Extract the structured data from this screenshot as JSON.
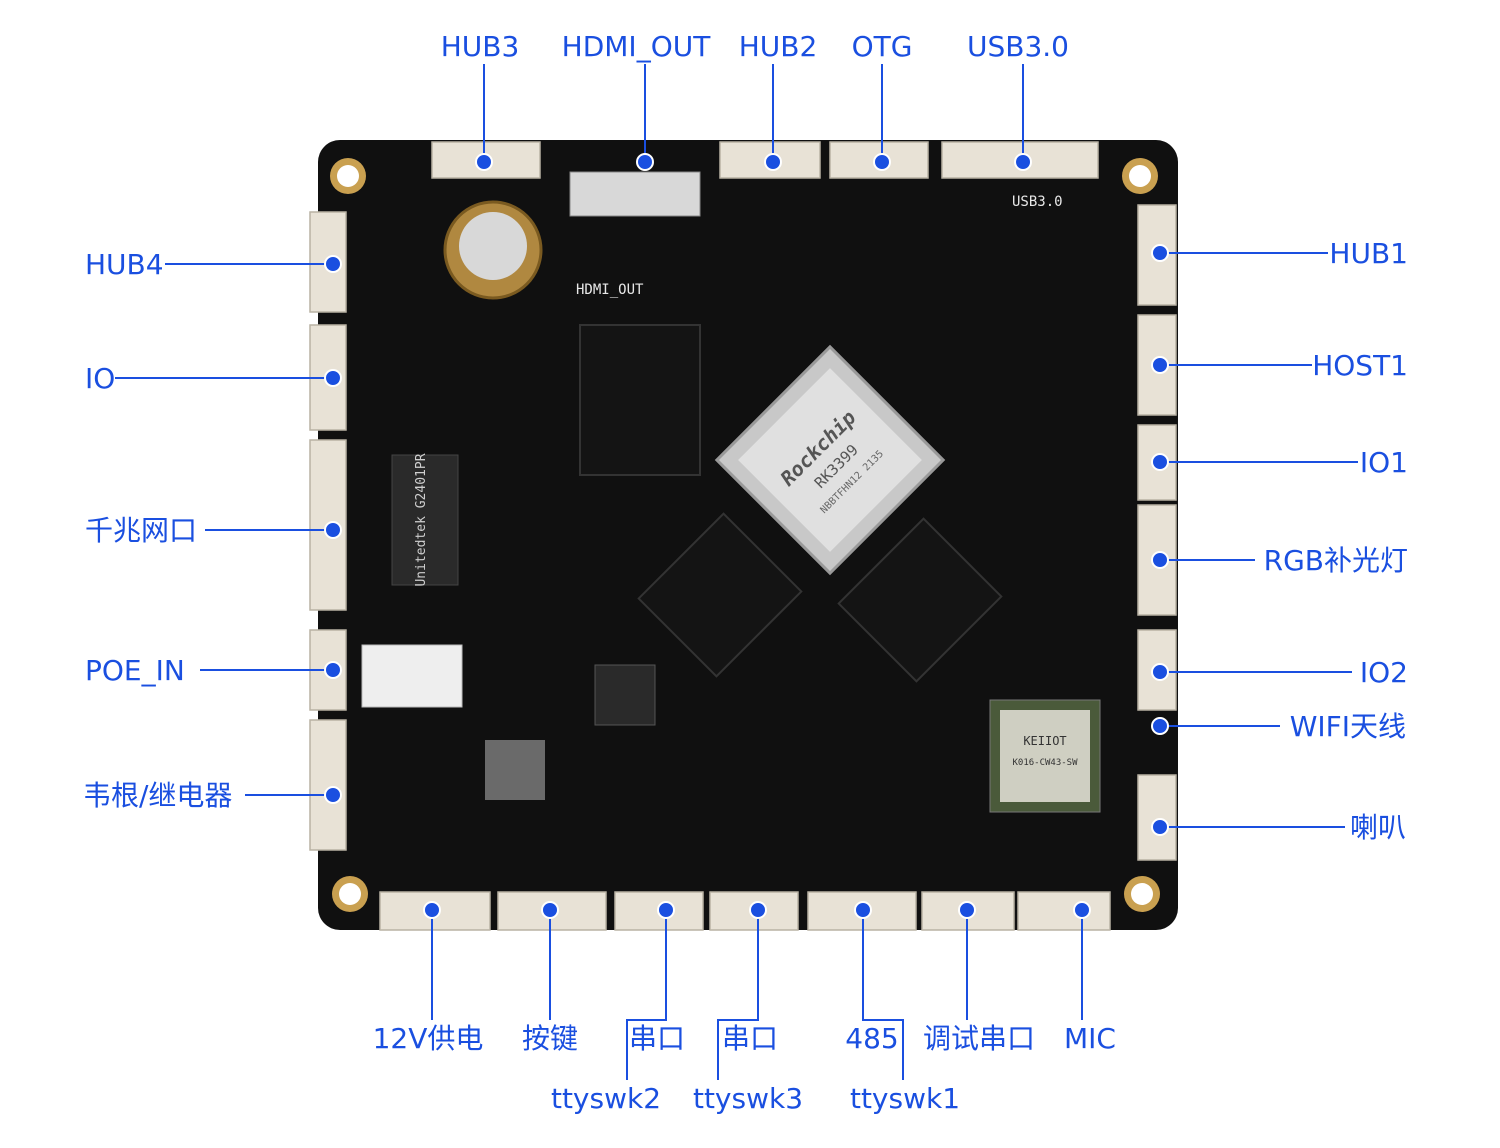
{
  "title": "RK3399 board interface diagram",
  "accent_color": "#1a4fe0",
  "board_color": "#101010",
  "labels": {
    "top": [
      "HUB3",
      "HDMI_OUT",
      "HUB2",
      "OTG",
      "USB3.0"
    ],
    "left": [
      "HUB4",
      "IO",
      "千兆网口",
      "POE_IN",
      "韦根/继电器"
    ],
    "right": [
      "HUB1",
      "HOST1",
      "IO1",
      "RGB补光灯",
      "IO2",
      "WIFI天线",
      "喇叭"
    ],
    "bottom": [
      "12V供电",
      "按键",
      "串口",
      "串口",
      "485",
      "调试串口",
      "MIC"
    ],
    "bottom_sub": [
      "ttyswk2",
      "ttyswk3",
      "ttyswk1"
    ]
  },
  "board_markings": {
    "soc_brand": "Rockchip",
    "soc_model": "RK3399",
    "soc_code": "NBBTFHN12 2135",
    "wifi_module": "KEIIOT",
    "wifi_model": "K016-CW43-SW",
    "ethernet_transformer": "Unitedtek G2401PR",
    "silk_hdmi": "HDMI_OUT",
    "silk_usb": "USB3.0"
  }
}
